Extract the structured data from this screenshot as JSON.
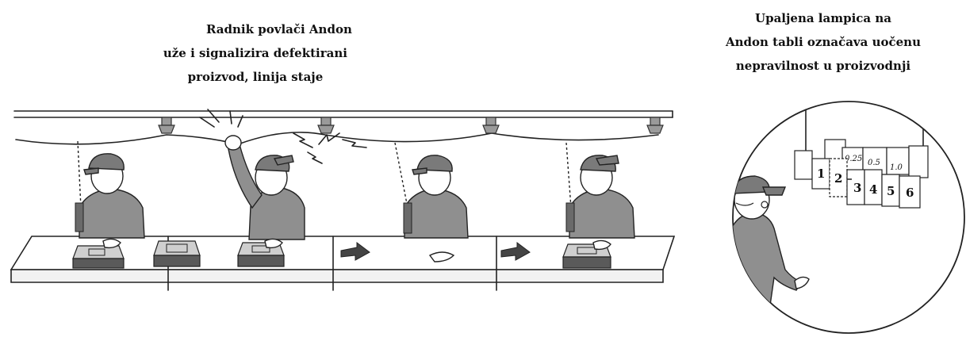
{
  "captions": {
    "left": {
      "line1": "Radnik povlači Andon",
      "line2": "uže i signalizira defektirani",
      "line3": "proizvod, linija staje"
    },
    "right": {
      "line1": "Upaljena lampica na",
      "line2": "Andon tabli označava uočenu",
      "line3": "nepravilnost u proizvodnji"
    }
  },
  "andon_board": {
    "top_labels": [
      "0.25",
      "0.5",
      "1.0"
    ],
    "station_numbers": [
      "1",
      "2",
      "3",
      "4",
      "5",
      "6"
    ],
    "highlighted_station": "2"
  },
  "icons": {
    "lamp": "ceiling-lamp-icon",
    "alarm": "alarm-lightning-icon",
    "arrow": "conveyor-arrow-icon"
  }
}
